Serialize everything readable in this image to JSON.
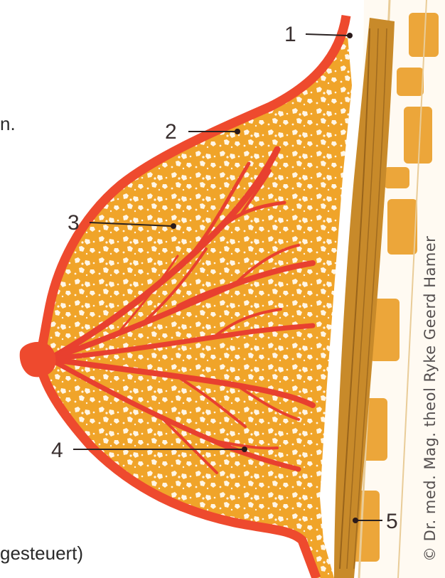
{
  "colors": {
    "skin": "#ee4a2e",
    "tissue": "#f0a429",
    "fat_spots": "#fff6e6",
    "ducts": "#e8402f",
    "muscle": "#c88a2a",
    "ribs": "#eca63a"
  },
  "labels": [
    "1",
    "2",
    "3",
    "4",
    "5"
  ],
  "text_fragments": {
    "top_left": "n.",
    "bottom_left": "gesteuert)"
  },
  "copyright": "© Dr. med. Mag. theol Ryke Geerd Hamer"
}
